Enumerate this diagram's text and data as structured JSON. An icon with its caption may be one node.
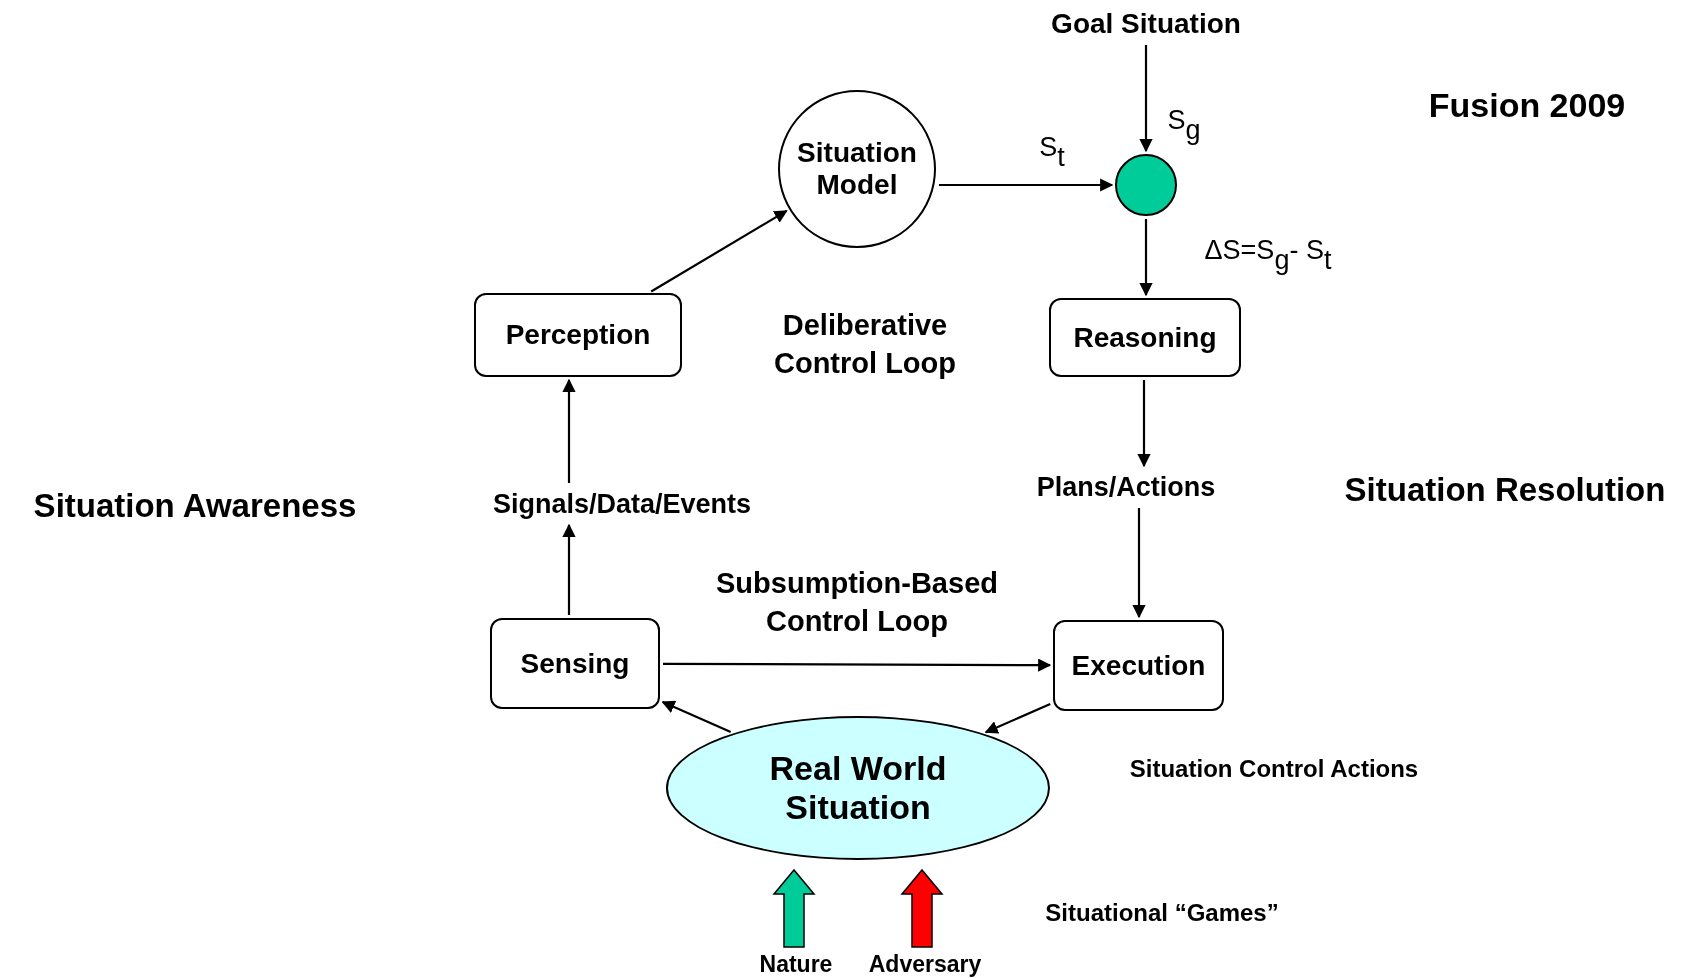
{
  "diagram": {
    "nodes": [
      {
        "text": [
          "Goal Situation"
        ]
      },
      {
        "text": [
          "Situation Model"
        ]
      },
      {
        "text": [],
        "shape": "circle"
      },
      {
        "text": [
          "Perception"
        ]
      },
      {
        "text": [
          "Reasoning"
        ]
      },
      {
        "text": [
          "Signals/Data/Events"
        ]
      },
      {
        "text": [
          "Plans/Actions"
        ]
      },
      {
        "text": [
          "Sensing"
        ]
      },
      {
        "text": [
          "Execution"
        ]
      },
      {
        "text": [
          "Real World Situation"
        ]
      },
      {
        "text": [
          "Nature"
        ]
      },
      {
        "text": [
          "Adversary"
        ]
      }
    ],
    "edges": [
      {
        "from": 0,
        "to": 2,
        "arrow": "to",
        "label": "S$_{g}$"
      },
      {
        "from": 1,
        "to": 2,
        "arrow": "to",
        "label": "S$_{t}$"
      },
      {
        "from": 2,
        "to": 4,
        "arrow": "to",
        "label": "ΔS=S$_{g}$- S$_{t}$"
      },
      {
        "from": 4,
        "to": 6,
        "arrow": "to"
      },
      {
        "from": 6,
        "to": 8,
        "arrow": "to"
      },
      {
        "from": 8,
        "to": 9,
        "arrow": "to"
      },
      {
        "from": 9,
        "to": 7,
        "arrow": "to"
      },
      {
        "from": 7,
        "to": 5,
        "arrow": "to"
      },
      {
        "from": 5,
        "to": 3,
        "arrow": "to"
      },
      {
        "from": 3,
        "to": 1,
        "arrow": "to"
      },
      {
        "from": 7,
        "to": 8,
        "arrow": "to"
      },
      {
        "from": 10,
        "to": 9,
        "arrow": "to",
        "style": "thick",
        "color": "#00cc99"
      },
      {
        "from": 11,
        "to": 9,
        "arrow": "to",
        "style": "thick",
        "color": "#ff0000"
      }
    ],
    "labels": [
      "Fusion 2009",
      "Deliberative Control Loop",
      "Situation Awareness",
      "Situation Resolution",
      "Subsumption-Based Control Loop",
      "Situation Control Actions",
      "Situational “Games”"
    ]
  }
}
